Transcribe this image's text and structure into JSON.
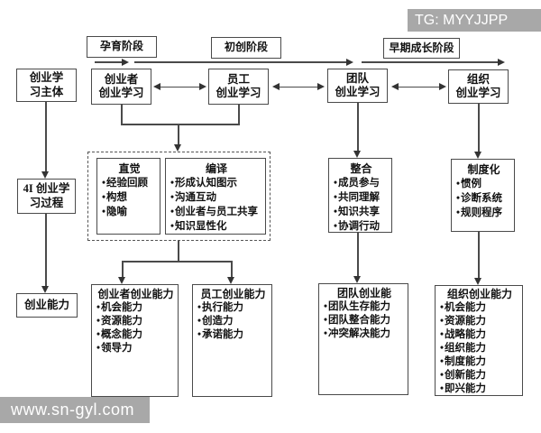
{
  "watermarks": {
    "top_right": "TG: MYYJJPP",
    "bottom_left": "www.sn-gyl.com"
  },
  "stages": {
    "incubation": "孕育阶段",
    "startup": "初创阶段",
    "early_growth": "早期成长阶段"
  },
  "row_labels": {
    "subject": [
      "创业学",
      "习主体"
    ],
    "process": [
      "4I 创业学",
      "习过程"
    ],
    "capability": "创业能力"
  },
  "learning": {
    "entrepreneur": [
      "创业者",
      "创业学习"
    ],
    "employee": [
      "员工",
      "创业学习"
    ],
    "team": [
      "团队",
      "创业学习"
    ],
    "organization": [
      "组织",
      "创业学习"
    ]
  },
  "process": {
    "intuition": {
      "title": "直觉",
      "items": [
        "经验回顾",
        "构想",
        "隐喻"
      ]
    },
    "interpretation": {
      "title": "编译",
      "items": [
        "形成认知图示",
        "沟通互动",
        "创业者与员工共享",
        "知识显性化"
      ]
    },
    "integration": {
      "title": "整合",
      "items": [
        "成员参与",
        "共同理解",
        "知识共享",
        "协调行动"
      ]
    },
    "institutionalization": {
      "title": "制度化",
      "items": [
        "惯例",
        "诊断系统",
        "规则程序"
      ]
    }
  },
  "capabilities": {
    "entrepreneur": {
      "title": "创业者创业能力",
      "items": [
        "机会能力",
        "资源能力",
        "概念能力",
        "领导力"
      ]
    },
    "employee": {
      "title": "员工创业能力",
      "items": [
        "执行能力",
        "创造力",
        "承诺能力"
      ]
    },
    "team": {
      "title": "团队创业能",
      "items": [
        "团队生存能力",
        "团队整合能力",
        "冲突解决能力"
      ]
    },
    "organization": {
      "title": "组织创业能力",
      "items": [
        "机会能力",
        "资源能力",
        "战略能力",
        "组织能力",
        "制度能力",
        "创新能力",
        "即兴能力"
      ]
    }
  },
  "colors": {
    "line": "#4a4a4a",
    "arrow": "#333333",
    "text": "#111111",
    "background": "#ffffff",
    "watermark_bg": "#a8a8a8",
    "watermark_text": "#ffffff"
  }
}
